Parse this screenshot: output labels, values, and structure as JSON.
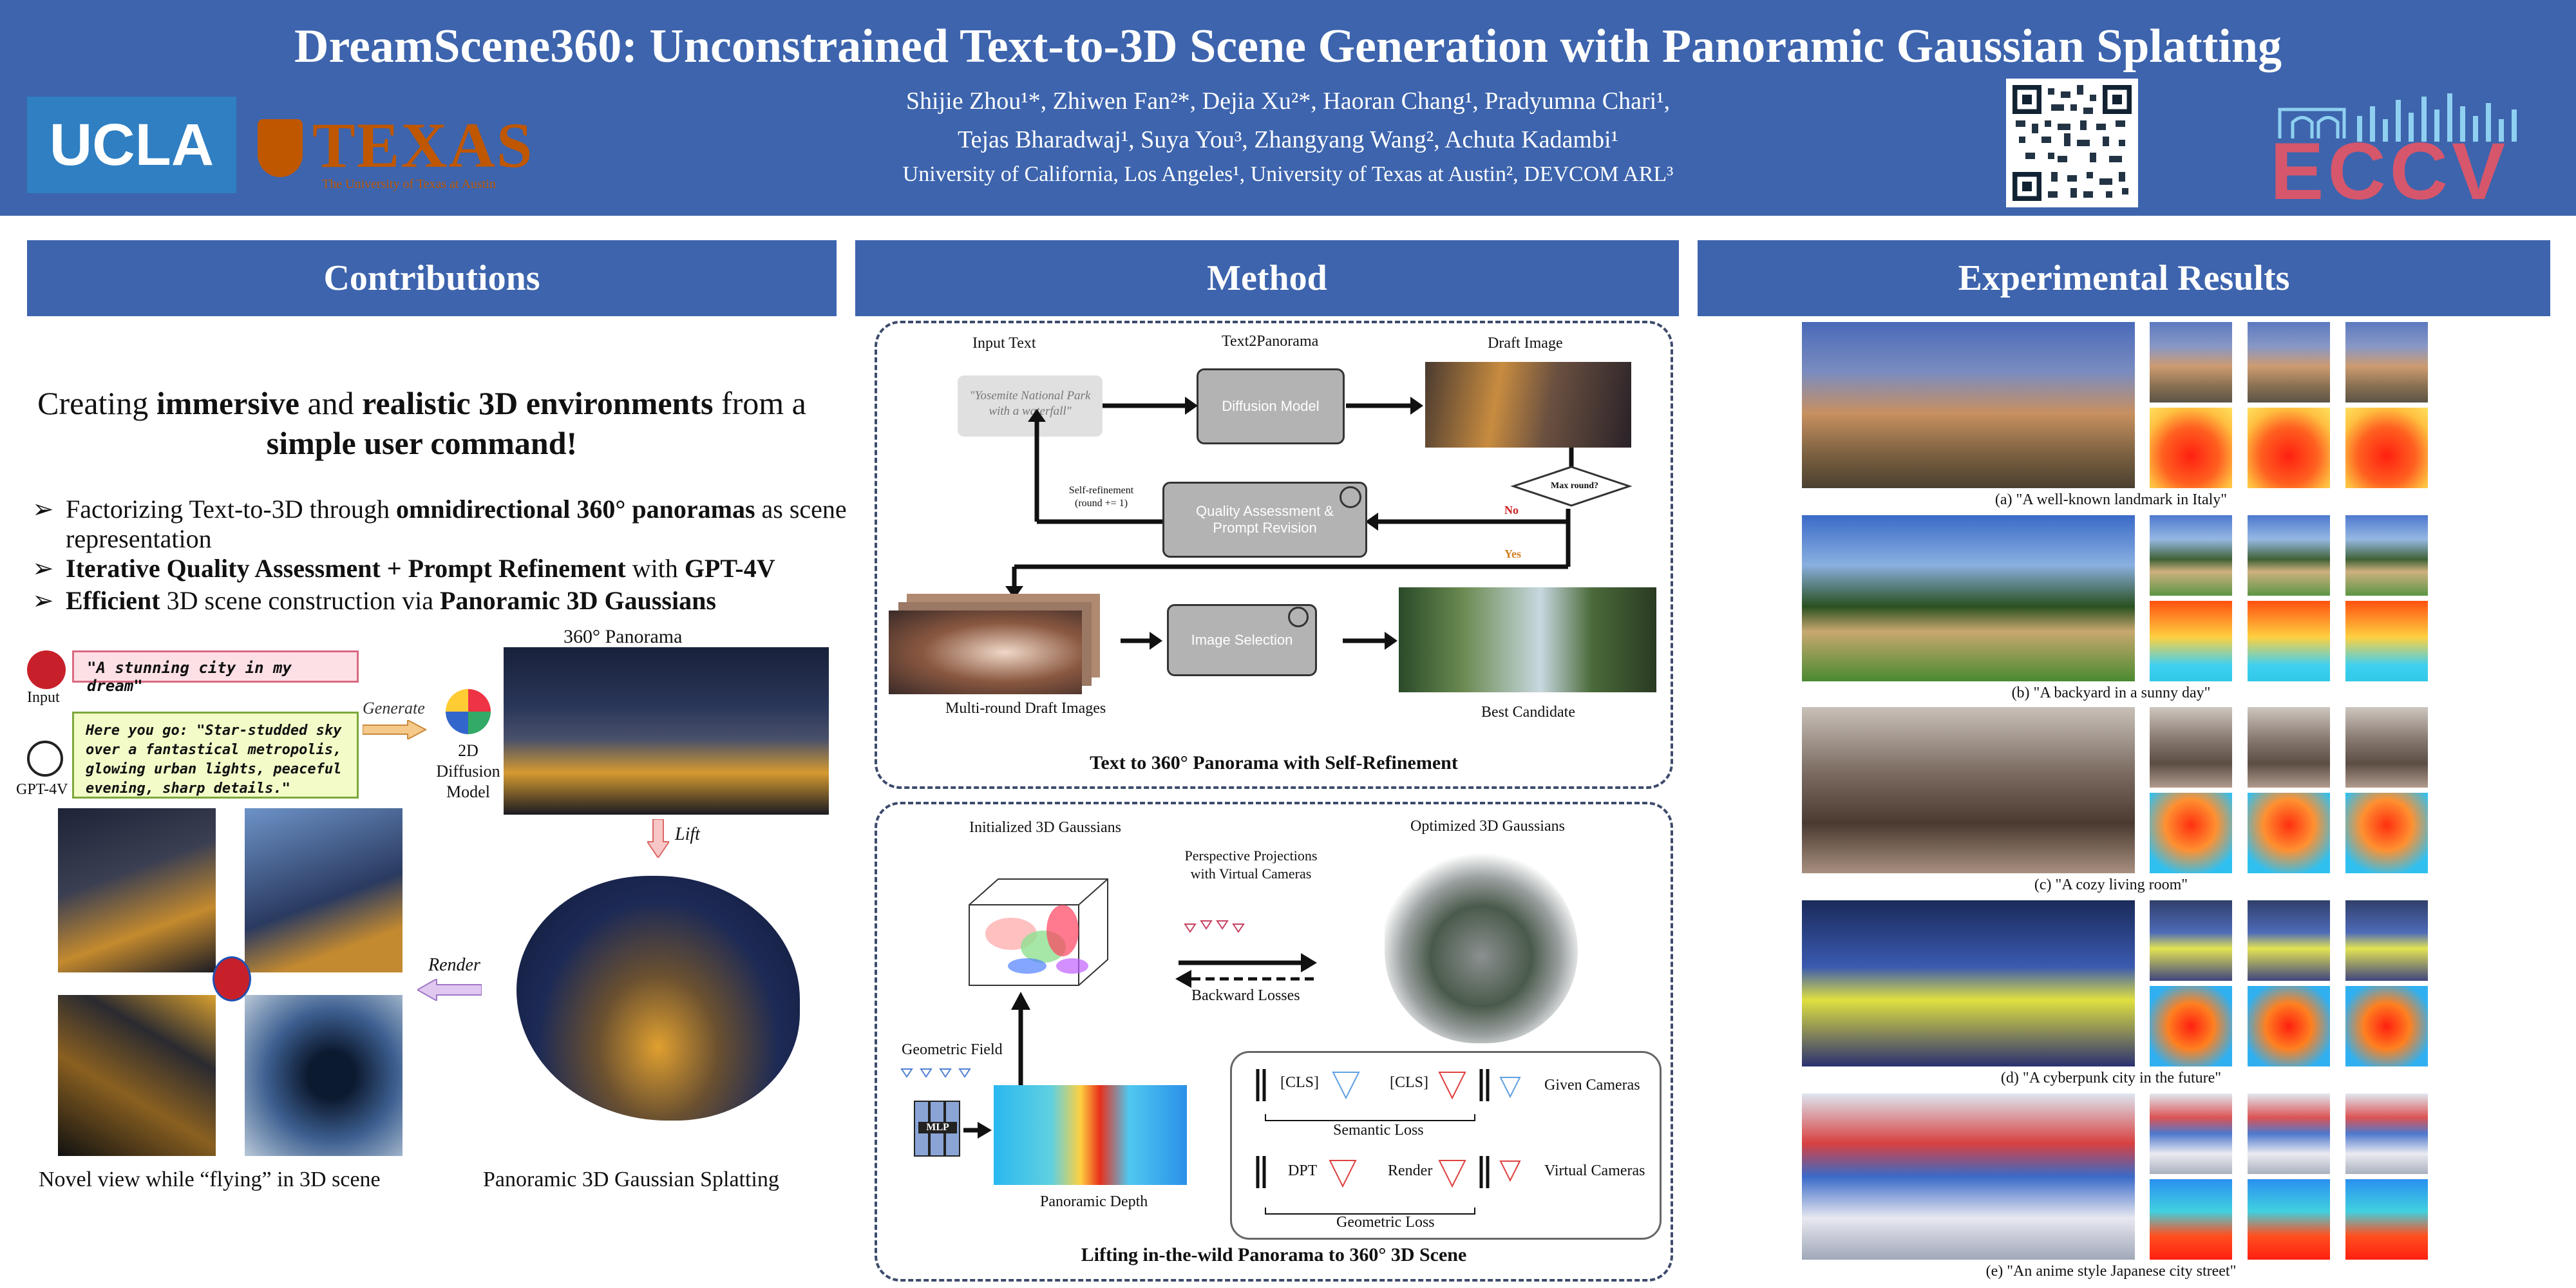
{
  "header": {
    "title": "DreamScene360: Unconstrained Text-to-3D Scene Generation with Panoramic Gaussian Splatting",
    "authors_line1": "Shijie Zhou¹*, Zhiwen Fan²*, Dejia Xu²*, Haoran Chang¹, Pradyumna Chari¹,",
    "authors_line2": "Tejas Bharadwaj¹, Suya You³, Zhangyang Wang², Achuta Kadambi¹",
    "affiliations": "University of California, Los Angeles¹, University of Texas at Austin², DEVCOM ARL³",
    "logo_ucla": "UCLA",
    "logo_texas": "TEXAS",
    "logo_texas_sub": "The University of Texas at Austin",
    "logo_eccv": "ECCV"
  },
  "sections": {
    "contributions": "Contributions",
    "method": "Method",
    "results": "Experimental Results"
  },
  "contributions": {
    "headline": {
      "p1": "Creating ",
      "b1": "immersive",
      "p2": " and ",
      "b2": "realistic 3D environments",
      "p3": " from a ",
      "b3": "simple user command!"
    },
    "bullets": [
      {
        "marker": "➢",
        "a": "Factorizing Text-to-3D through ",
        "b": "omnidirectional 360° panoramas",
        "c": " as scene representation"
      },
      {
        "marker": "➢",
        "a": "",
        "b": "Iterative Quality Assessment + Prompt Refinement",
        "c": " with ",
        "d": "GPT-4V"
      },
      {
        "marker": "➢",
        "a": "",
        "b": "Efficient",
        "c": " 3D scene construction via ",
        "d": "Panoramic 3D Gaussians"
      }
    ],
    "figure": {
      "input_label": "Input",
      "input_prompt": "\"A stunning city in my dream\"",
      "gpt_label": "GPT-4V",
      "gpt_response": "Here you go: \"Star-studded sky over a fantastical metropolis, glowing urban lights, peaceful evening, sharp details.\"",
      "generate": "Generate",
      "diffusion_label": "2D Diffusion Model",
      "panorama_label": "360° Panorama",
      "lift": "Lift",
      "render": "Render",
      "novel_view_caption": "Novel view while “flying” in 3D scene",
      "splatting_caption": "Panoramic 3D Gaussian Splatting"
    }
  },
  "method": {
    "top": {
      "input_text": "Input Text",
      "prompt": "\"Yosemite National Park with a waterfall\"",
      "text2panorama": "Text2Panorama",
      "diffusion_model": "Diffusion Model",
      "draft_image": "Draft Image",
      "max_round": "Max round?",
      "no": "No",
      "yes": "Yes",
      "self_refinement": "Self-refinement (round += 1)",
      "quality": "Quality Assessment & Prompt Revision",
      "image_selection": "Image Selection",
      "multi_round": "Multi-round Draft Images",
      "best_candidate": "Best Candidate",
      "caption": "Text to 360° Panorama with Self-Refinement"
    },
    "bottom": {
      "initialized": "Initialized 3D Gaussians",
      "optimized": "Optimized 3D Gaussians",
      "perspective": "Perspective Projections with Virtual Cameras",
      "backward": "Backward Losses",
      "geometric_field": "Geometric Field",
      "mlp": "MLP",
      "panoramic_depth": "Panoramic Depth",
      "cls": "[CLS]",
      "given_cameras": "Given Cameras",
      "semantic_loss": "Semantic Loss",
      "dpt": "DPT",
      "render": "Render",
      "virtual_cameras": "Virtual Cameras",
      "geometric_loss": "Geometric Loss",
      "caption": "Lifting in-the-wild Panorama to 360° 3D Scene"
    }
  },
  "results": {
    "captions": [
      "(a) \"A well-known landmark in Italy\"",
      "(b) \"A backyard in a sunny day\"",
      "(c) \"A cozy living room\"",
      "(d) \"A cyberpunk city in the future\"",
      "(e) \"An anime style Japanese city street\""
    ]
  },
  "colors": {
    "header_bg": "#3d64ad",
    "accent_red": "#cc2222",
    "depth_hot": "#e8301c"
  }
}
